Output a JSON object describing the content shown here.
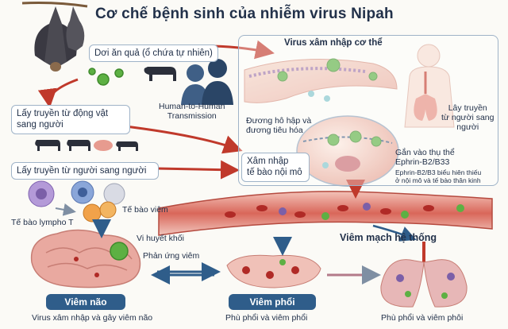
{
  "title": "Cơ chế bệnh sinh của nhiễm virus Nipah",
  "bat_label": "Dơi ăn quả (ổ chứa tự nhiên)",
  "human_transmission_line1": "Human-to-Human",
  "human_transmission_line2": "Transmission",
  "animal_transmission_line1": "Lấy truyền từ động vật",
  "animal_transmission_line2": "sang người",
  "person_transmission": "Lấy truyền từ người sang người",
  "entry_panel_title": "Virus xâm nhập cơ thể",
  "airway_line1": "Đương hô hập và",
  "airway_line2": "đương tiêu hóa",
  "endothelial_line1": "Xâm nhập",
  "endothelial_line2": "tế bào nội mô",
  "receptor_line1": "Gắn vào thụ thể",
  "receptor_line2": "Ephrin-B2/B33",
  "receptor_note_line1": "Ephrin-B2/B3 biểu hiên thiếu",
  "receptor_note_line2": "ở nội mô và tế bào thân kinh",
  "right_transmission_line1": "Lây truyền",
  "right_transmission_line2": "từ người sang",
  "right_transmission_line3": "người",
  "t_cell_label": "Tế bào lympho T",
  "inflammatory_cell_label": "Tế bào viêm",
  "microthrombi_label": "Vi huyết khối",
  "inflammatory_response_label": "Phản ứng viêm",
  "systemic_vasculitis_label": "Viêm mạch hệ thống",
  "encephalitis_badge": "Viêm não",
  "pneumonia_badge": "Viêm phổi",
  "encephalitis_caption": "Virus xâm nhập và gây viêm não",
  "pulmonary_caption_mid": "Phù phổi và viêm phổi",
  "pulmonary_caption_right": "Phù phổi và viêm phôi",
  "colors": {
    "navy": "#2f5d8a",
    "vessel_red": "#c0392b",
    "virus_green": "#5db043",
    "brain_pink": "#e9a9a0",
    "lung_pink": "#e7b7b7"
  }
}
